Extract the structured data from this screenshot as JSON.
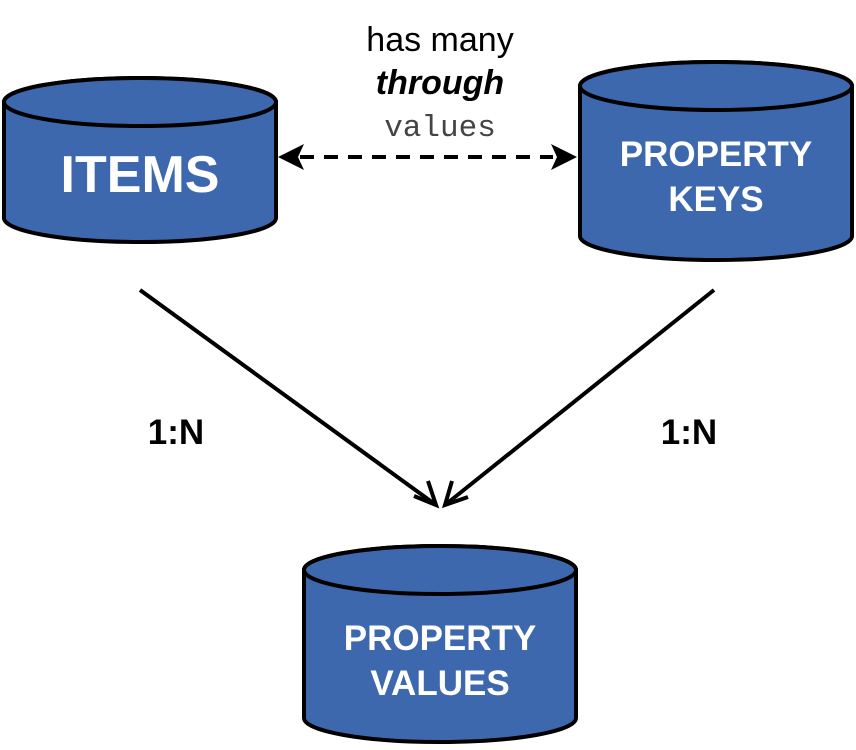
{
  "colors": {
    "cylinder_fill": "#3e68ad",
    "outline": "#000000",
    "label_text": "#ffffff"
  },
  "nodes": {
    "items": {
      "label": "ITEMS"
    },
    "property_keys": {
      "line1": "PROPERTY",
      "line2": "KEYS"
    },
    "property_values": {
      "line1": "PROPERTY",
      "line2": "VALUES"
    }
  },
  "relation": {
    "line1": "has many",
    "line2": "through",
    "line3": "values"
  },
  "edges": {
    "items_to_values": {
      "label": "1:N"
    },
    "keys_to_values": {
      "label": "1:N"
    }
  }
}
